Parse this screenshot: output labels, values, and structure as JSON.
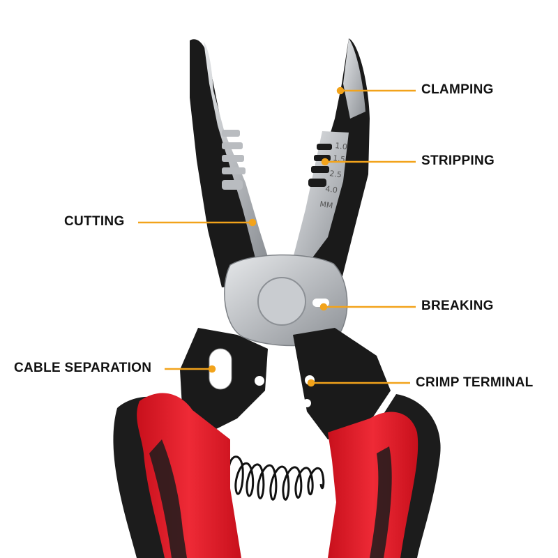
{
  "labels": {
    "clamping": "CLAMPING",
    "stripping": "STRIPPING",
    "cutting": "CUTTING",
    "breaking": "BREAKING",
    "cable_separation": "CABLE SEPARATION",
    "crimp_terminal": "CRIMP TERMINAL"
  },
  "gauge": {
    "sizes": [
      "1.0",
      "1.5",
      "2.5",
      "4.0"
    ],
    "unit": "MM"
  },
  "colors": {
    "leader_line": "#F2A31B",
    "handle_red": "#E0202C",
    "handle_black": "#1C1C1C",
    "steel": "#B9BCC0",
    "steel_dark": "#8C9095",
    "body_black": "#1A1A1A"
  }
}
